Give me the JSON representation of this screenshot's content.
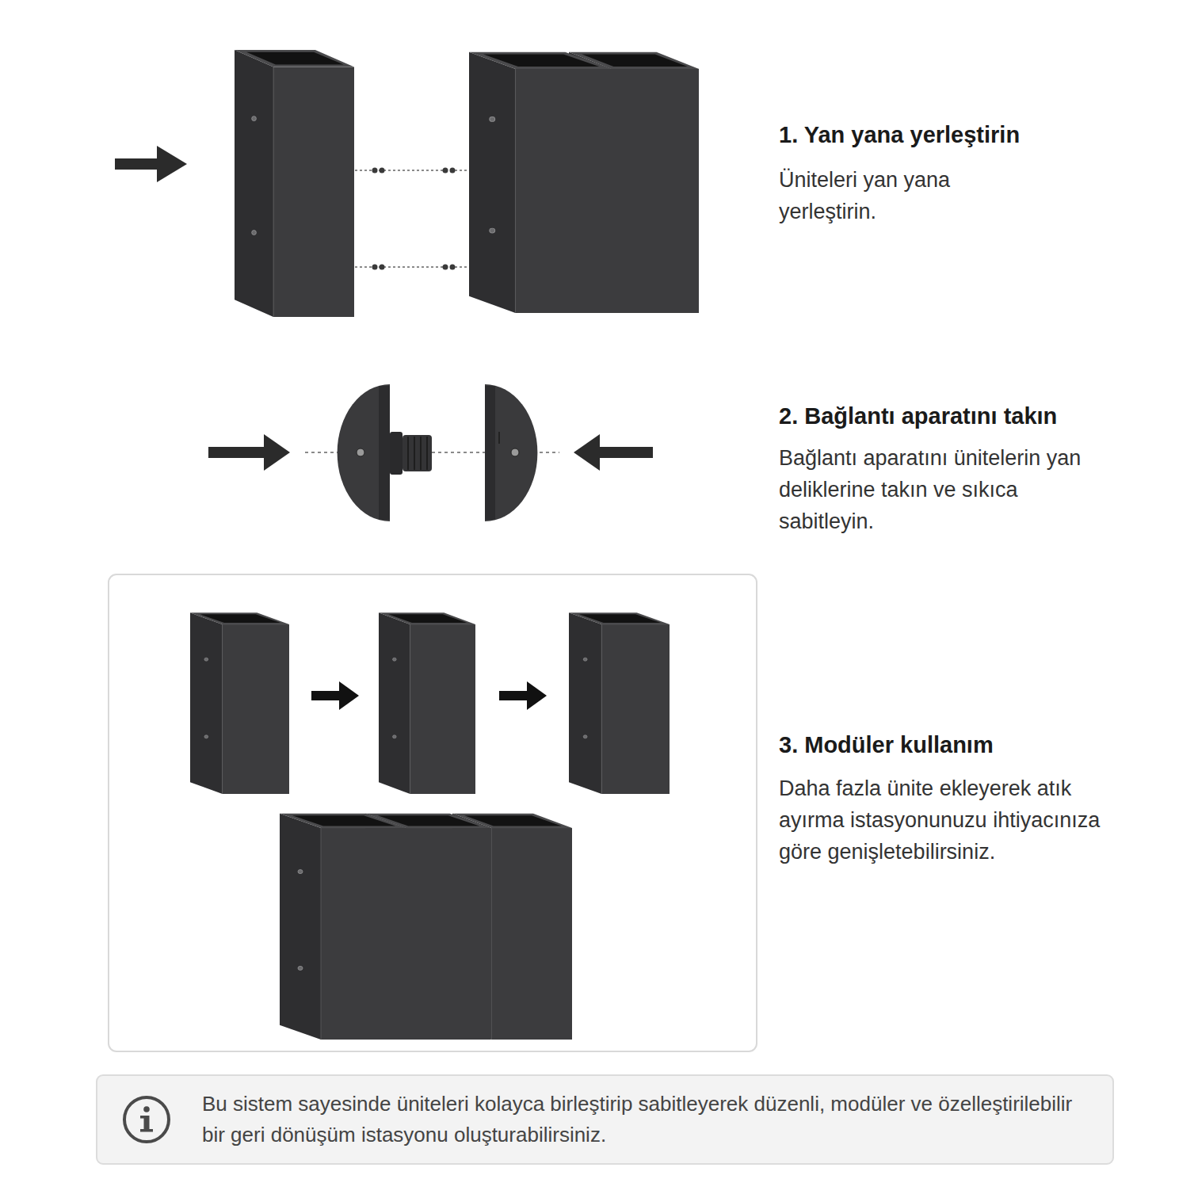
{
  "diagram": {
    "nodes": [
      {
        "text": [
          "Bu sistem sayesinde üniteleri kolayca birleştirip sabitleyerek düzenli, modüler ve özelleştirilebilir bir geri dönüşüm istasyonu oluşturabilirsiniz."
        ]
      }
    ],
    "labels": [
      "1. Yan yana yerleştirin",
      "Üniteleri yan yana yerleştirin.",
      "2. Bağlantı aparatını takın",
      "Bağlantı aparatını ünitelerin yan deliklerine takın ve sıkıca sabitleyin.",
      "3. Modüler kullanım",
      "Daha fazla ünite ekleyerek atık ayırma istasyonunuzu ihtiyacınıza göre genişletebilirsiniz."
    ]
  }
}
